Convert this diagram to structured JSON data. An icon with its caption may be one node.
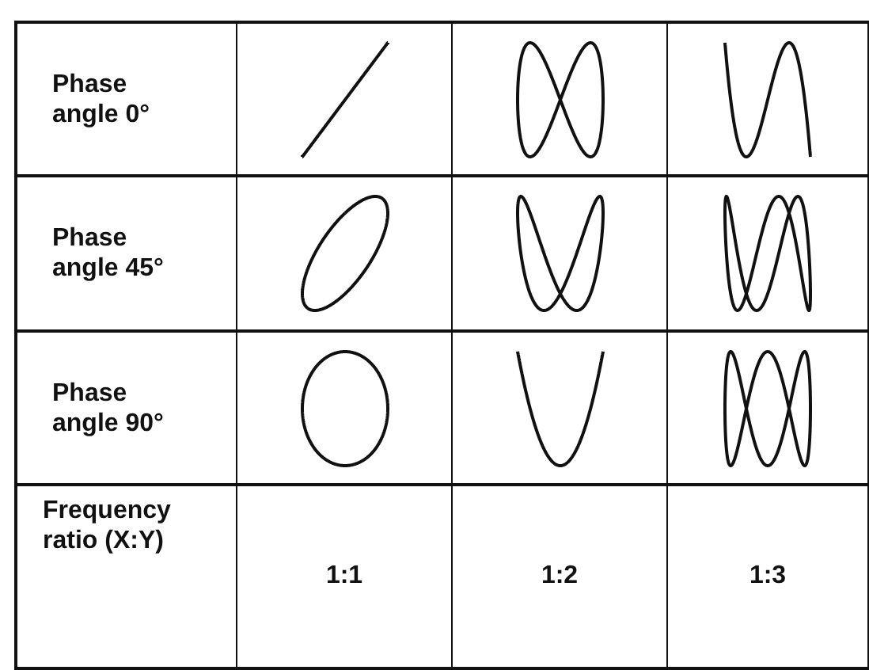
{
  "diagram": {
    "labels": [
      "Phase angle 0°",
      "Phase angle 45°",
      "Phase angle 90°",
      "Frequency ratio (X:Y)",
      "1:1",
      "1:2",
      "1:3"
    ]
  }
}
